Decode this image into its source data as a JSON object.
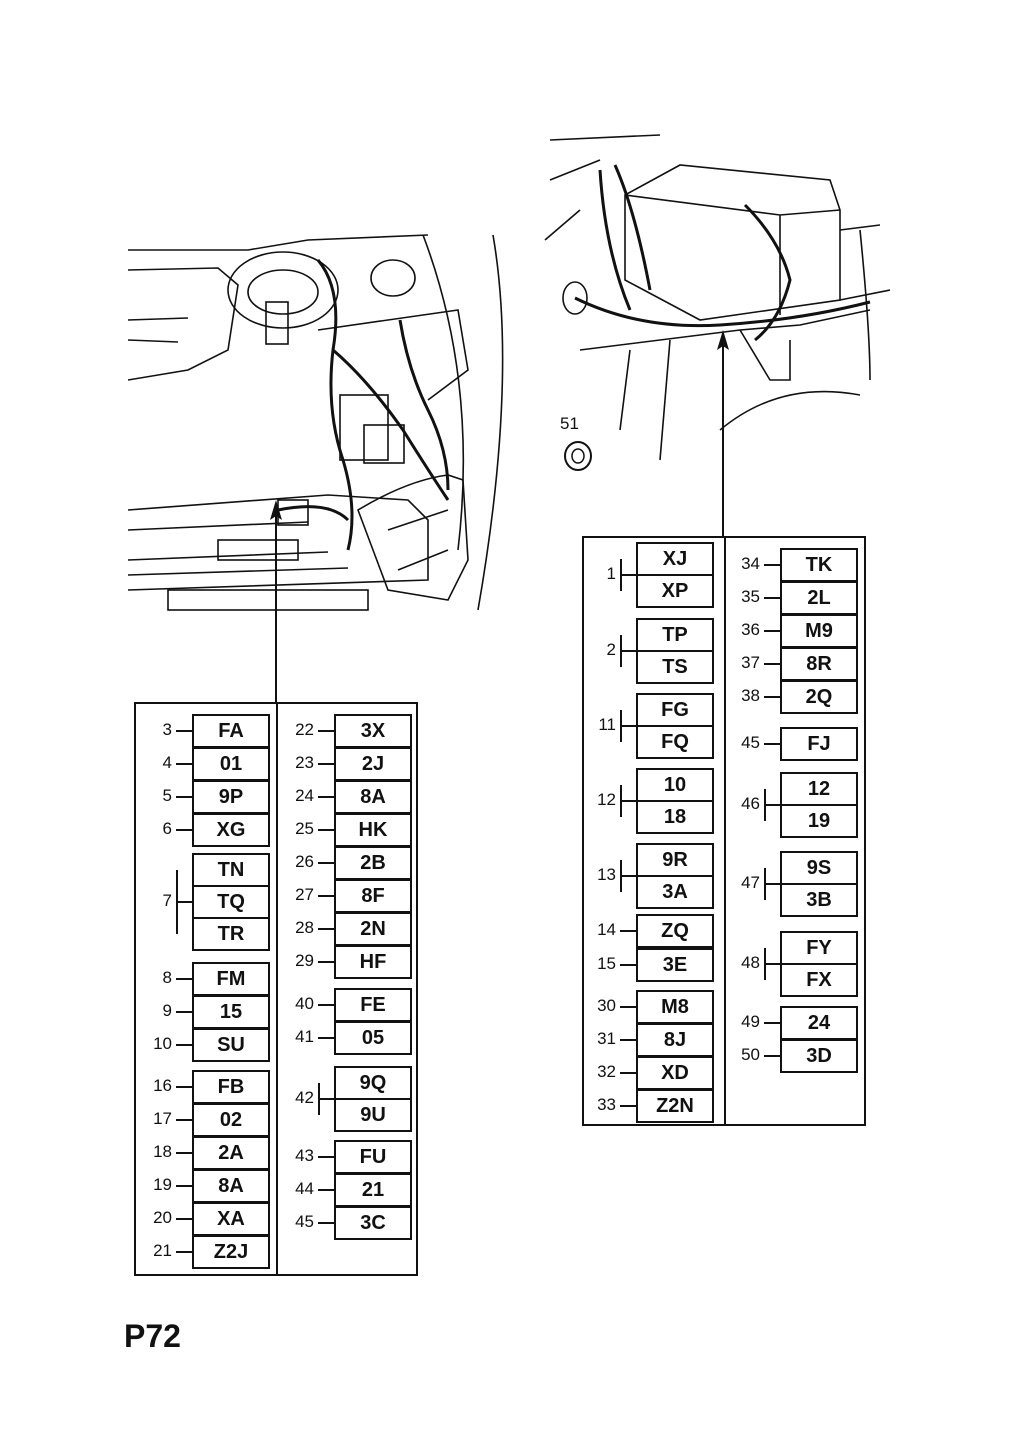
{
  "page_label": "P72",
  "callout_51": "51",
  "left_table": {
    "columns": [
      [
        {
          "num": "3",
          "codes": [
            "FA"
          ]
        },
        {
          "num": "4",
          "codes": [
            "01"
          ]
        },
        {
          "num": "5",
          "codes": [
            "9P"
          ]
        },
        {
          "num": "6",
          "codes": [
            "XG"
          ]
        },
        {
          "num": "7",
          "codes": [
            "TN",
            "TQ",
            "TR"
          ]
        },
        {
          "num": "8",
          "codes": [
            "FM"
          ]
        },
        {
          "num": "9",
          "codes": [
            "15"
          ]
        },
        {
          "num": "10",
          "codes": [
            "SU"
          ]
        },
        {
          "num": "16",
          "codes": [
            "FB"
          ]
        },
        {
          "num": "17",
          "codes": [
            "02"
          ]
        },
        {
          "num": "18",
          "codes": [
            "2A"
          ]
        },
        {
          "num": "19",
          "codes": [
            "8A"
          ]
        },
        {
          "num": "20",
          "codes": [
            "XA"
          ]
        },
        {
          "num": "21",
          "codes": [
            "Z2J"
          ]
        }
      ],
      [
        {
          "num": "22",
          "codes": [
            "3X"
          ]
        },
        {
          "num": "23",
          "codes": [
            "2J"
          ]
        },
        {
          "num": "24",
          "codes": [
            "8A"
          ]
        },
        {
          "num": "25",
          "codes": [
            "HK"
          ]
        },
        {
          "num": "26",
          "codes": [
            "2B"
          ]
        },
        {
          "num": "27",
          "codes": [
            "8F"
          ]
        },
        {
          "num": "28",
          "codes": [
            "2N"
          ]
        },
        {
          "num": "29",
          "codes": [
            "HF"
          ]
        },
        {
          "num": "40",
          "codes": [
            "FE"
          ]
        },
        {
          "num": "41",
          "codes": [
            "05"
          ]
        },
        {
          "num": "42",
          "codes": [
            "9Q",
            "9U"
          ]
        },
        {
          "num": "43",
          "codes": [
            "FU"
          ]
        },
        {
          "num": "44",
          "codes": [
            "21"
          ]
        },
        {
          "num": "45",
          "codes": [
            "3C"
          ]
        }
      ]
    ]
  },
  "right_table": {
    "columns": [
      [
        {
          "num": "1",
          "codes": [
            "XJ",
            "XP"
          ]
        },
        {
          "num": "2",
          "codes": [
            "TP",
            "TS"
          ]
        },
        {
          "num": "11",
          "codes": [
            "FG",
            "FQ"
          ]
        },
        {
          "num": "12",
          "codes": [
            "10",
            "18"
          ]
        },
        {
          "num": "13",
          "codes": [
            "9R",
            "3A"
          ]
        },
        {
          "num": "14",
          "codes": [
            "ZQ"
          ]
        },
        {
          "num": "15",
          "codes": [
            "3E"
          ]
        },
        {
          "num": "30",
          "codes": [
            "M8"
          ]
        },
        {
          "num": "31",
          "codes": [
            "8J"
          ]
        },
        {
          "num": "32",
          "codes": [
            "XD"
          ]
        },
        {
          "num": "33",
          "codes": [
            "Z2N"
          ]
        }
      ],
      [
        {
          "num": "34",
          "codes": [
            "TK"
          ]
        },
        {
          "num": "35",
          "codes": [
            "2L"
          ]
        },
        {
          "num": "36",
          "codes": [
            "M9"
          ]
        },
        {
          "num": "37",
          "codes": [
            "8R"
          ]
        },
        {
          "num": "38",
          "codes": [
            "2Q"
          ]
        },
        {
          "num": "45",
          "codes": [
            "FJ"
          ]
        },
        {
          "num": "46",
          "codes": [
            "12",
            "19"
          ]
        },
        {
          "num": "47",
          "codes": [
            "9S",
            "3B"
          ]
        },
        {
          "num": "48",
          "codes": [
            "FY",
            "FX"
          ]
        },
        {
          "num": "49",
          "codes": [
            "24"
          ]
        },
        {
          "num": "50",
          "codes": [
            "3D"
          ]
        }
      ]
    ]
  }
}
